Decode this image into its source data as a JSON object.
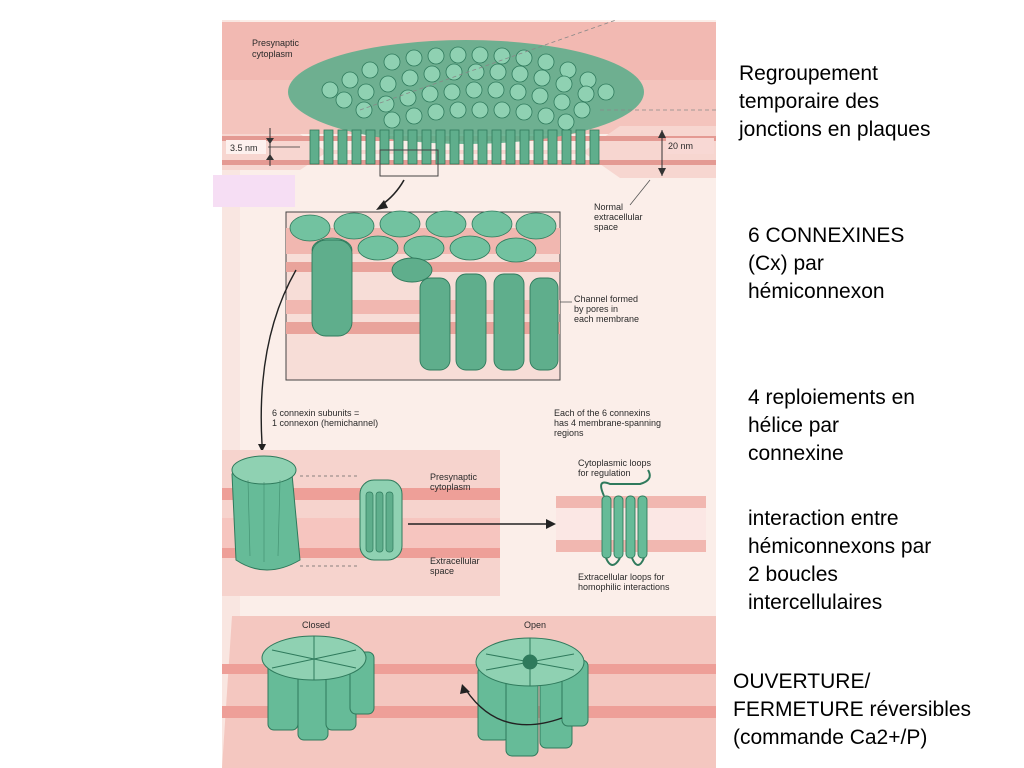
{
  "colors": {
    "membrane_pink": "#eeaaa6",
    "membrane_light": "#f8d8d4",
    "connexin_green": "#66bb98",
    "connexin_dark": "#2f7a5c",
    "highlight_pink": "#f6def4",
    "page_tint": "#f8e2dc"
  },
  "notes": {
    "n1": "Regroupement\ntemporaire des\njonctions en plaques",
    "n2": "6 CONNEXINES\n(Cx) par\nhémiconnexon",
    "n3": "4 reploiements en\nhélice par\nconnexine",
    "n4": "interaction entre\nhémiconnexons par\n2 boucles\nintercellulaires",
    "n5": "OUVERTURE/\nFERMETURE réversibles\n(commande Ca2+/P)"
  },
  "figure": {
    "plaque_top": "Presynaptic",
    "plaque_top2": "cytoplasm",
    "gap_35": "3.5 nm",
    "gap_20": "20 nm",
    "normal_1": "Normal",
    "normal_2": "extracellular",
    "normal_3": "space",
    "chan_1": "Channel formed",
    "chan_2": "by pores in",
    "chan_3": "each membrane",
    "subunit_1": "6 connexin subunits =",
    "subunit_2": "1 connexon (hemichannel)",
    "span_1": "Each of the 6 connexins",
    "span_2": "has 4 membrane-spanning",
    "span_3": "regions",
    "pre_1": "Presynaptic",
    "pre_2": "cytoplasm",
    "extra_1": "Extracellular",
    "extra_2": "space",
    "cyto_1": "Cytoplasmic loops",
    "cyto_2": "for regulation",
    "exloop_1": "Extracellular loops for",
    "exloop_2": "homophilic interactions",
    "closed": "Closed",
    "open": "Open"
  }
}
